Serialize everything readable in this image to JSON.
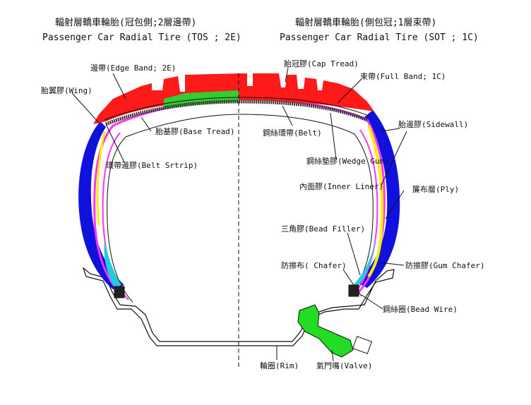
{
  "titles": {
    "left_cn": "輻射層轎車輪胎(冠包側;2層邊帶)",
    "left_en": "Passenger Car Radial Tire (TOS ; 2E)",
    "right_cn": "輻射層轎車輪胎(側包冠;1層束帶)",
    "right_en": "Passenger Car Radial Tire (SOT ; 1C)"
  },
  "labels": {
    "edge_band": "邊帶(Edge Band; 2E)",
    "wing": "胎翼膠(Wing)",
    "base_tread": "胎基膠(Base Tread)",
    "belt_strip": "環帶邊膠(Belt Srtrip)",
    "cap_tread": "胎冠膠(Cap Tread)",
    "full_band": "束帶(Full Band; 1C)",
    "belt": "鋼絲環帶(Belt)",
    "sidewall": "胎邊膠(Sidewall)",
    "wedge_gum": "鋼絲墊膠(Wedge Gum)",
    "inner_liner": "內面膠(Inner Liner)",
    "ply": "簾布層(Ply)",
    "bead_filler": "三角膠(Bead Filler)",
    "chafer": "防擦布( Chafer)",
    "gum_chafer": "防擦膠(Gum Chafer)",
    "bead_wire": "鋼絲圈(Bead Wire)",
    "rim": "輪圈(Rim)",
    "valve": "氣門嘴(Valve)"
  },
  "colors": {
    "tread": "#ff1a1a",
    "base_tread": "#33cc33",
    "sidewall": "#1111dd",
    "ply": "#ff33ff",
    "filler": "#22ccdd",
    "wedge": "#ffee00",
    "valve": "#22dd22",
    "line": "#111111"
  }
}
